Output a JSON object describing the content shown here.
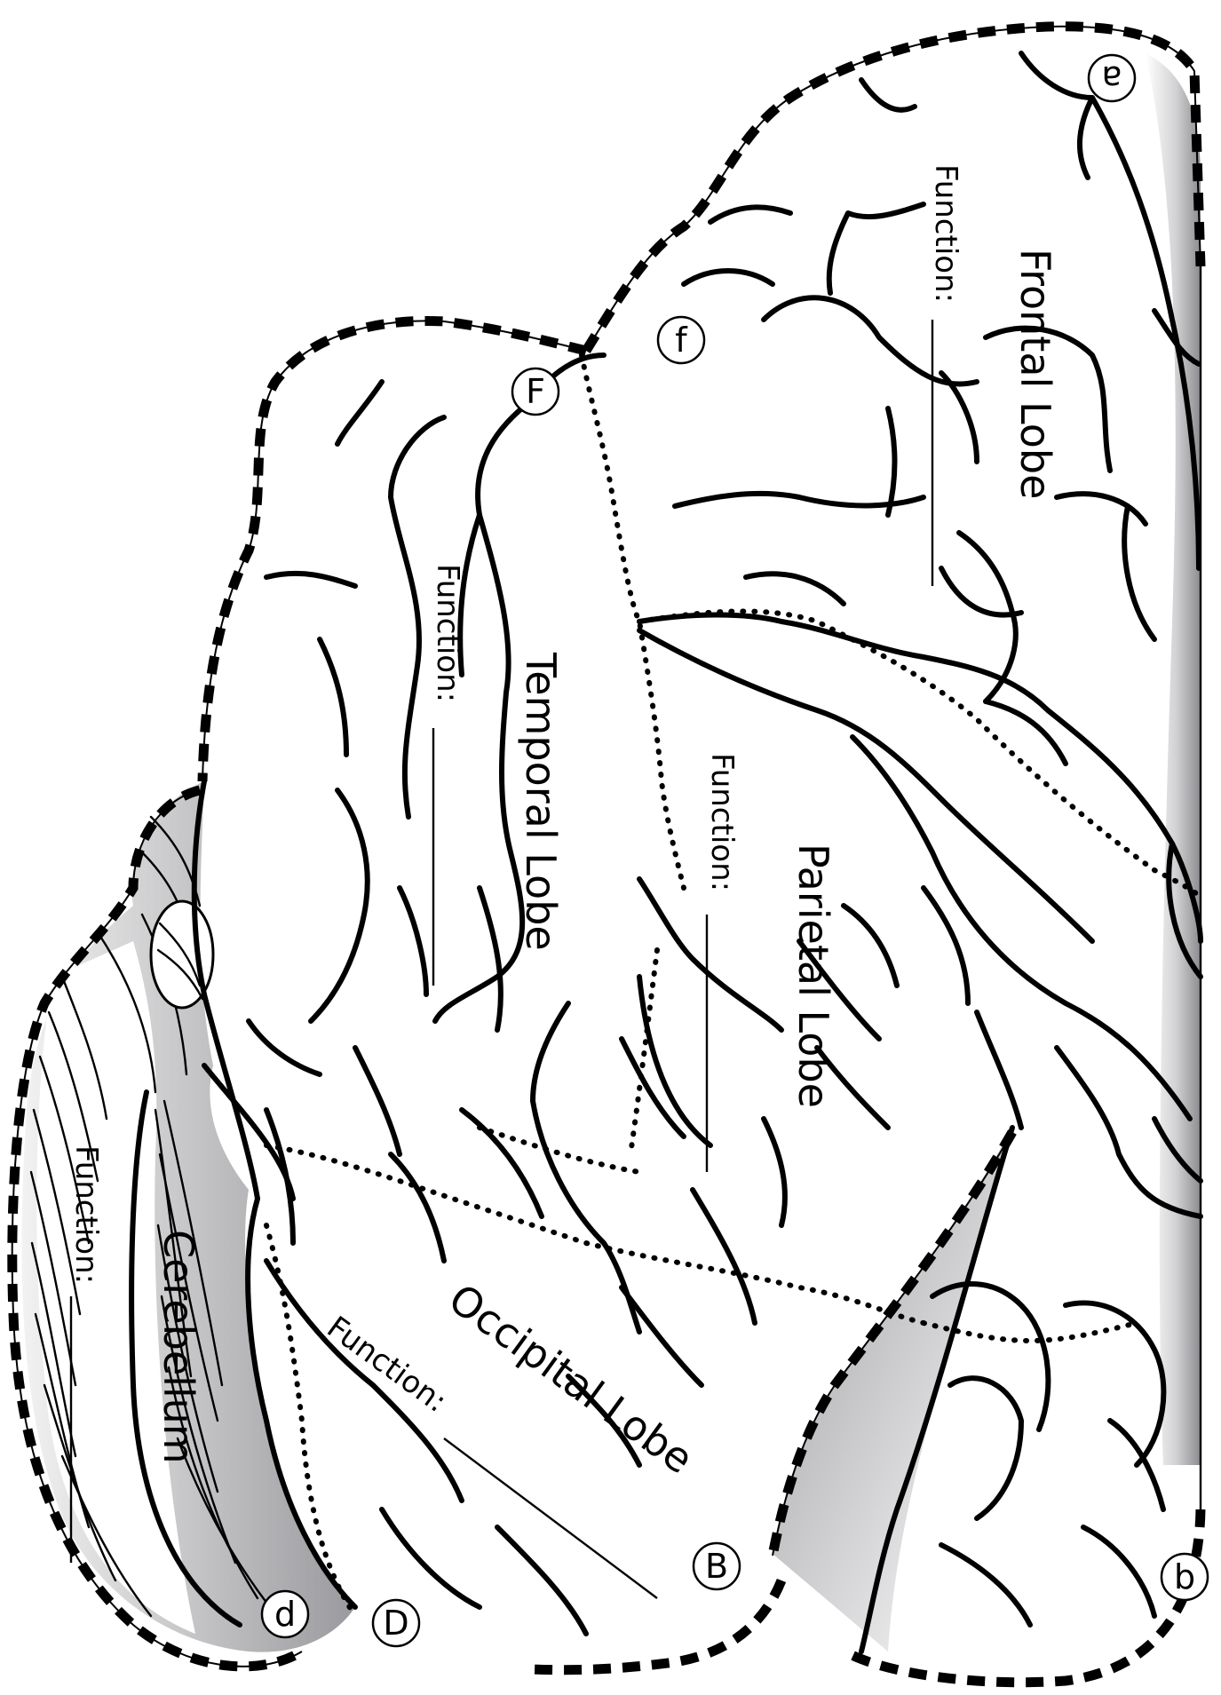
{
  "labels": {
    "frontal": "Frontal Lobe",
    "temporal": "Temporal Lobe",
    "parietal": "Parietal Lobe",
    "occipital": "Occipital Lobe",
    "cerebellum": "Cerebellum"
  },
  "function_label": "Function:",
  "tabs": {
    "a": "a",
    "b": "b",
    "d": "d",
    "f": "f",
    "B": "B",
    "D": "D",
    "F": "F"
  }
}
